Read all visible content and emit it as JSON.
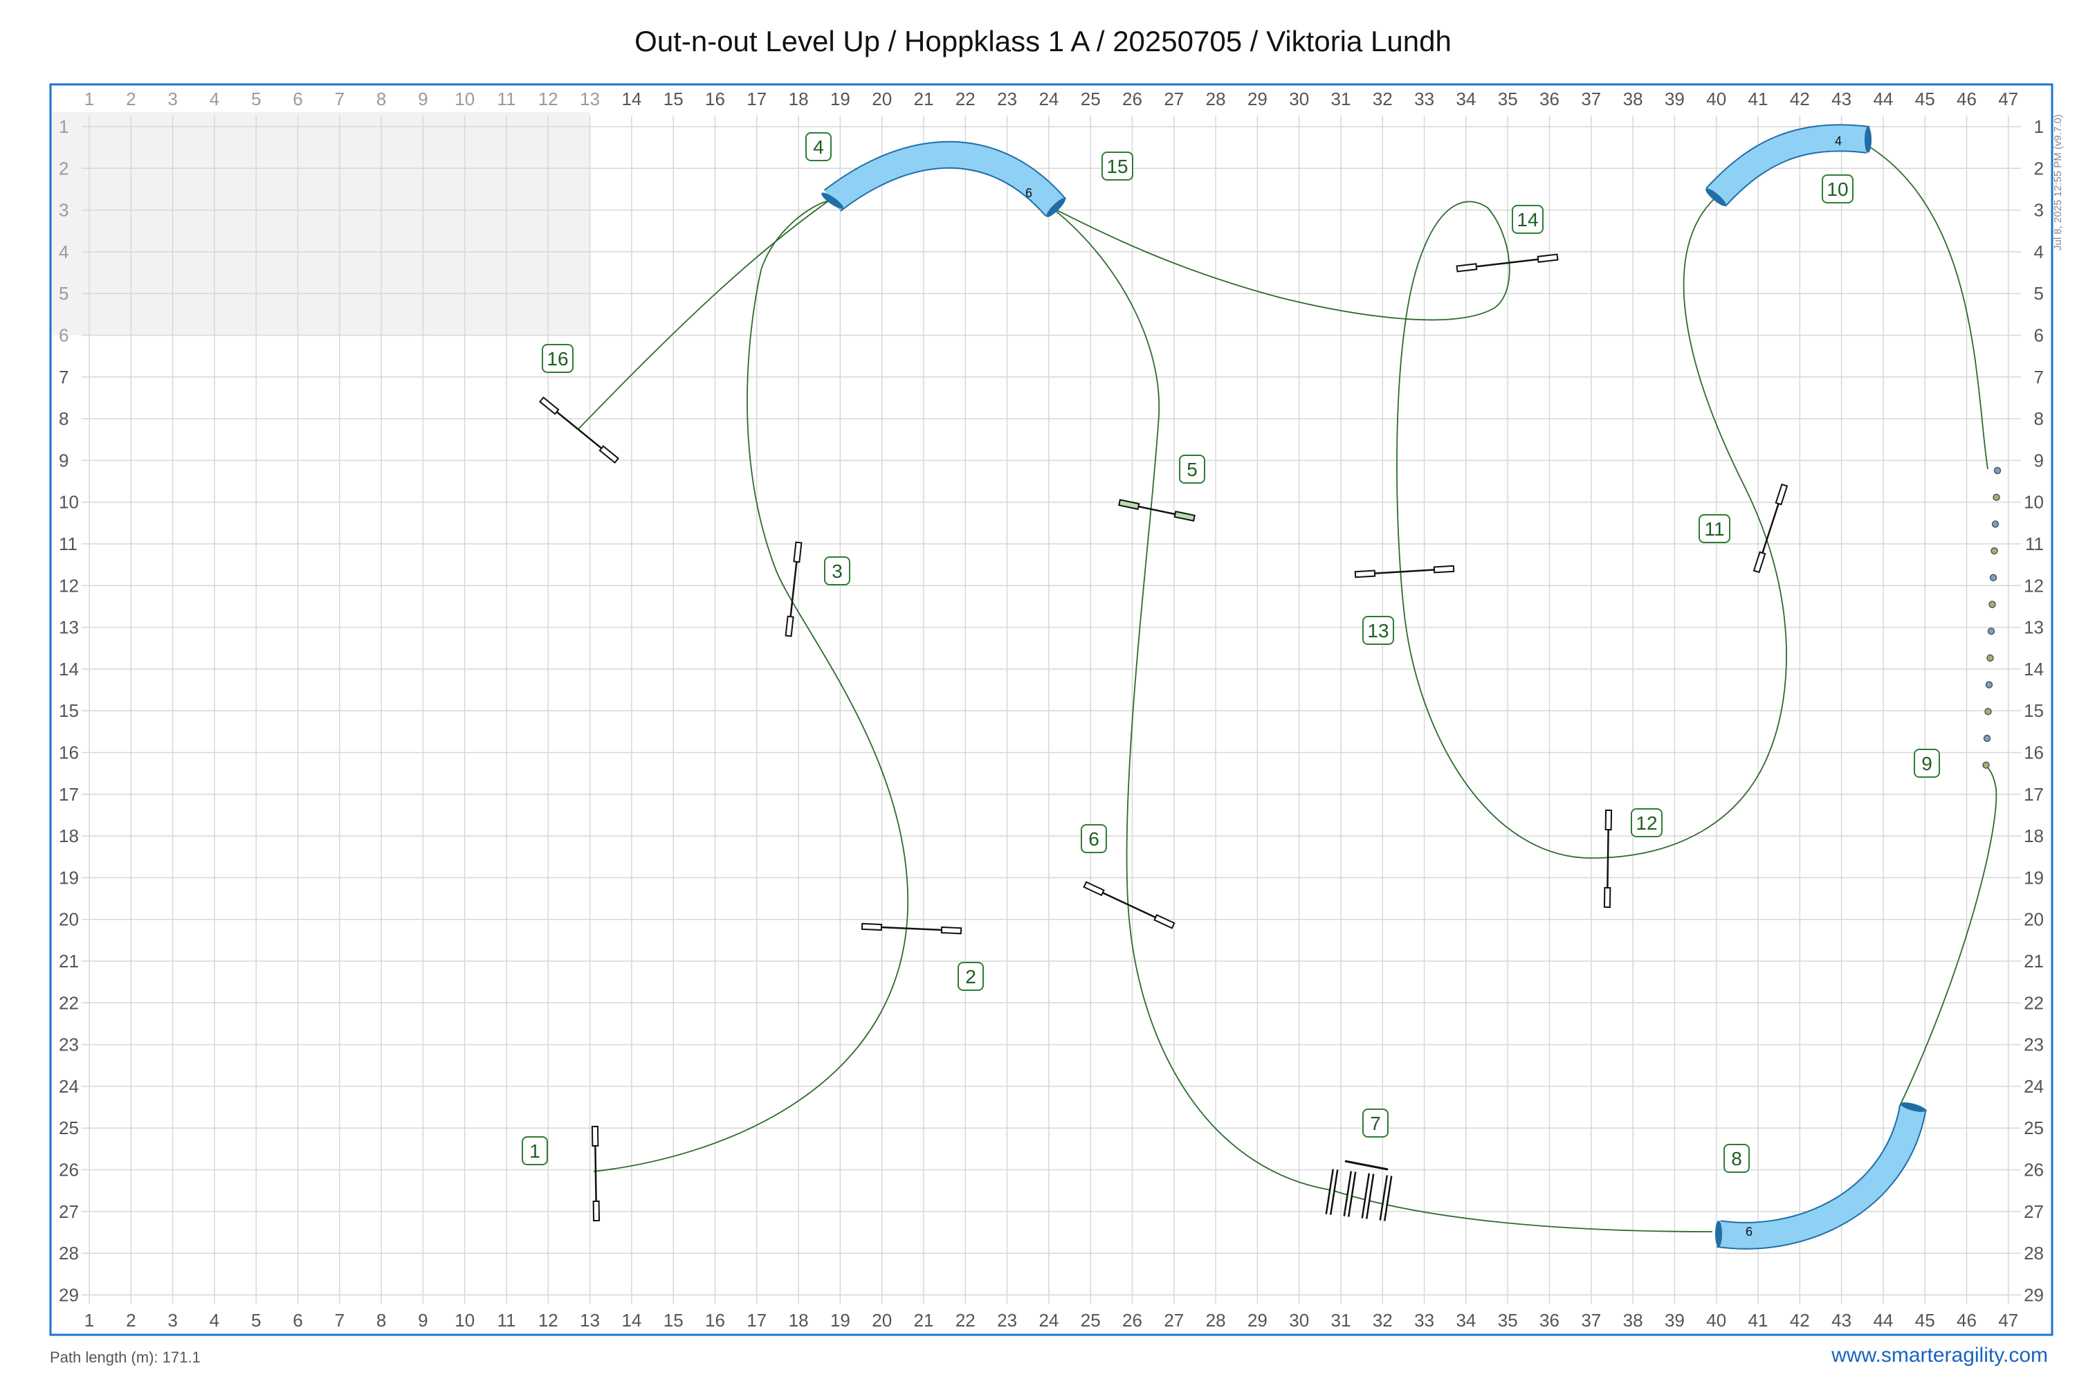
{
  "title": "Out-n-out Level Up / Hoppklass 1 A / 20250705 / Viktoria Lundh",
  "side_stamp": "Jul 8, 2025 12:55 PM (v9.7.0)",
  "path_length_text": "Path length (m): 171.1",
  "brand_link": "www.smarteragility.com",
  "colors": {
    "frame": "#1976d2",
    "grid": "#d7d7d7",
    "path": "#2e6b2e",
    "tunnel_fill": "#8fd0f5",
    "tunnel_stroke": "#1f6ea5",
    "label_text": "#1b5e20",
    "label_border": "#2e7d32"
  },
  "grid": {
    "columns": 47,
    "rows": 29
  },
  "obstacles": [
    {
      "number": "1",
      "type": "jump",
      "col": 13.2,
      "row": 26.1
    },
    {
      "number": "2",
      "type": "jump",
      "col": 20.8,
      "row": 20.3
    },
    {
      "number": "3",
      "type": "jump",
      "col": 18.0,
      "row": 12.2
    },
    {
      "number": "4",
      "type": "tunnel",
      "length": "6",
      "col": 21.5,
      "row": 2.5
    },
    {
      "number": "5",
      "type": "jump",
      "col": 26.5,
      "row": 10.2
    },
    {
      "number": "6",
      "type": "jump",
      "col": 26.0,
      "row": 19.7
    },
    {
      "number": "7",
      "type": "tyre",
      "col": 31.5,
      "row": 26.7
    },
    {
      "number": "8",
      "type": "tunnel",
      "length": "6",
      "col": 42.0,
      "row": 26.5
    },
    {
      "number": "9",
      "type": "weave",
      "col": 46.5,
      "row": 12.8
    },
    {
      "number": "10",
      "type": "tunnel",
      "length": "4",
      "col": 42.0,
      "row": 2.0
    },
    {
      "number": "11",
      "type": "jump",
      "col": 41.2,
      "row": 11.0
    },
    {
      "number": "12",
      "type": "jump",
      "col": 37.5,
      "row": 18.6
    },
    {
      "number": "13",
      "type": "jump",
      "col": 33.8,
      "row": 11.7
    },
    {
      "number": "14",
      "type": "jump",
      "col": 35.2,
      "row": 4.3
    },
    {
      "number": "15",
      "type": "label",
      "col": 25.6,
      "row": 2.0
    },
    {
      "number": "16",
      "type": "jump",
      "col": 12.8,
      "row": 8.3
    }
  ]
}
